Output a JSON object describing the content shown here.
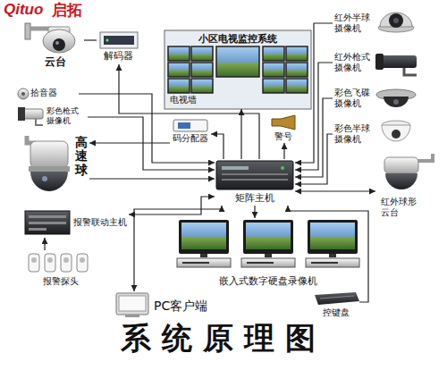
{
  "diagram": {
    "caption": "系统原理图",
    "nodes": [
      {
        "text": [
          "云台"
        ]
      },
      {
        "text": [
          "解码器"
        ]
      },
      {
        "text": [
          "小区电视监控系统",
          "电视墙"
        ]
      },
      {
        "text": [
          "红外半球 摄像机"
        ]
      },
      {
        "text": [
          "红外枪式 摄像机"
        ]
      },
      {
        "text": [
          "彩色飞碟 摄像机"
        ]
      },
      {
        "text": [
          "彩色半球 摄像机"
        ]
      },
      {
        "text": [
          "拾音器"
        ]
      },
      {
        "text": [
          "彩色枪式 摄像机"
        ]
      },
      {
        "text": [
          "码分配器"
        ]
      },
      {
        "text": [
          "警号"
        ]
      },
      {
        "text": [
          "高速球"
        ]
      },
      {
        "text": [
          "矩阵主机"
        ]
      },
      {
        "text": [
          "红外球形 云台"
        ]
      },
      {
        "text": [
          "报警联动主机"
        ]
      },
      {
        "text": [
          "嵌入式数字硬盘录像机"
        ]
      },
      {
        "text": [
          "报警探头"
        ]
      },
      {
        "text": [
          "PC客户端"
        ]
      },
      {
        "text": [
          "控键盘"
        ]
      }
    ],
    "edges": [
      {
        "from": 0,
        "to": 1,
        "arrow": "none"
      },
      {
        "from": 12,
        "to": 1,
        "arrow": "to"
      },
      {
        "from": 7,
        "to": 12,
        "arrow": "to"
      },
      {
        "from": 8,
        "to": 12,
        "arrow": "to"
      },
      {
        "from": 11,
        "to": 12,
        "arrow": "to"
      },
      {
        "from": 12,
        "to": 9,
        "arrow": "to"
      },
      {
        "from": 9,
        "to": 11,
        "arrow": "to"
      },
      {
        "from": 12,
        "to": 2,
        "arrow": "to"
      },
      {
        "from": 12,
        "to": 10,
        "arrow": "to"
      },
      {
        "from": 3,
        "to": 12,
        "arrow": "to"
      },
      {
        "from": 4,
        "to": 12,
        "arrow": "to"
      },
      {
        "from": 5,
        "to": 12,
        "arrow": "to"
      },
      {
        "from": 6,
        "to": 12,
        "arrow": "to"
      },
      {
        "from": 13,
        "to": 12,
        "arrow": "both"
      },
      {
        "from": 14,
        "to": 12,
        "arrow": "both"
      },
      {
        "from": 16,
        "to": 14,
        "arrow": "to"
      },
      {
        "from": 12,
        "to": 15,
        "arrow": "to"
      },
      {
        "from": 17,
        "to": 12,
        "arrow": "both"
      },
      {
        "from": 18,
        "to": 12,
        "arrow": "to"
      }
    ],
    "labels": [
      "Qituo",
      "启拓"
    ]
  }
}
